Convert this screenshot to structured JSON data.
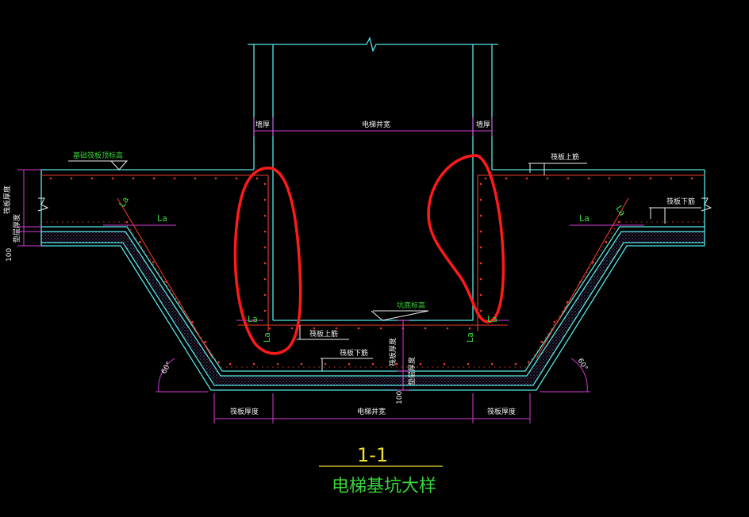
{
  "drawing": {
    "title_number": "1-1",
    "title_text": "电梯基坑大样",
    "labels": {
      "foundation_top_elev": "基础筏板顶标高",
      "pit_bottom_elev": "坑底标高",
      "wall_thickness_left": "墙厚",
      "wall_thickness_right": "墙厚",
      "shaft_width_top": "电梯井宽",
      "shaft_width_bottom": "电梯井宽",
      "raft_top_rebar_right": "筏板上筋",
      "raft_bottom_rebar_right": "筏板下筋",
      "pit_top_rebar": "筏板上筋",
      "pit_bottom_rebar": "筏板下筋",
      "raft_thickness_left": "筏板厚度",
      "cushion_thickness_left": "垫层厚度",
      "pit_raft_thickness": "筏板厚度",
      "pit_cushion_thickness": "垫层厚度",
      "raft_thickness_bottom_left": "筏板厚度",
      "raft_thickness_bottom_right": "筏板厚度",
      "dim_100_left": "100",
      "dim_100_bottom": "100",
      "la_left_upper": "La",
      "la_left_horizontal": "La",
      "la_left_lower_h": "La",
      "la_left_lower_v": "La",
      "la_right_upper": "La",
      "la_right_horizontal": "La",
      "la_right_lower_h": "La",
      "la_right_lower_v": "La",
      "angle_left": "60°",
      "angle_right": "60°"
    },
    "colors": {
      "background": "#000000",
      "concrete_outline": "#55e6e6",
      "rebar": "#e83a2a",
      "dimension": "#d63bd6",
      "text_white": "#f0f0f0",
      "text_green": "#39d639",
      "text_yellow": "#f0e22a",
      "markup": "#ff1a1a"
    }
  }
}
